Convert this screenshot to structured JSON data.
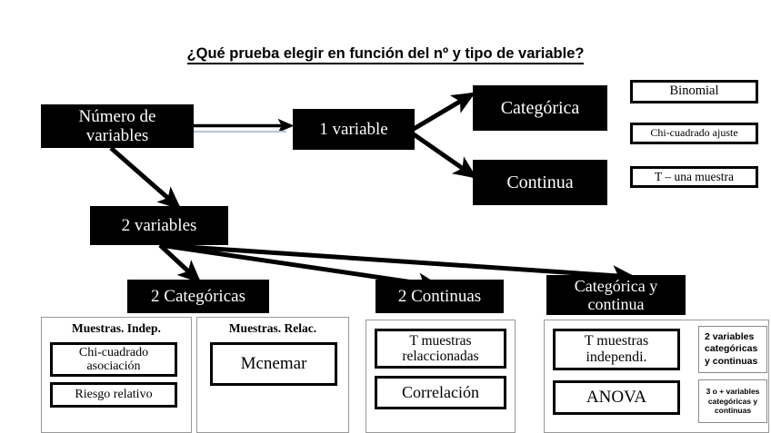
{
  "title": "¿Qué prueba elegir en función del nº y tipo de variable?",
  "nodes": {
    "root": "Número de\nvariables",
    "one_variable": "1 variable",
    "two_variables": "2 variables",
    "categorica": "Categórica",
    "continua": "Continua",
    "two_categoricas": "2 Categóricas",
    "two_continuas": "2 Continuas",
    "categorica_y_continua": "Categórica y\ncontinua"
  },
  "one_variable_tests": [
    {
      "label": "Binomial"
    },
    {
      "label": "Chi-cuadrado ajuste"
    },
    {
      "label": "T – una muestra"
    }
  ],
  "two_categoricas": {
    "panels": [
      {
        "header": "Muestras. Indep.",
        "tests": [
          {
            "label": "Chi-cuadrado\nasociación"
          },
          {
            "label": "Riesgo relativo"
          }
        ]
      },
      {
        "header": "Muestras. Relac.",
        "tests": [
          {
            "label": "Mcnemar"
          }
        ]
      }
    ]
  },
  "two_continuas": {
    "tests": [
      {
        "label": "T muestras\nrelaccionadas"
      },
      {
        "label": "Correlación"
      }
    ]
  },
  "categorica_continua": {
    "tests": [
      {
        "label": "T muestras\nindependi.",
        "note": "2 variables\ncategóricas\ny continuas"
      },
      {
        "label": "ANOVA",
        "note": "3 o + variables\ncategóricas y\ncontinuas"
      }
    ]
  },
  "colors": {
    "node_fill": "#000000",
    "node_text": "#ffffff",
    "box_border": "#000000",
    "panel_border": "#999999",
    "background": "#ffffff",
    "connector_accent": "#b9c6d8"
  }
}
